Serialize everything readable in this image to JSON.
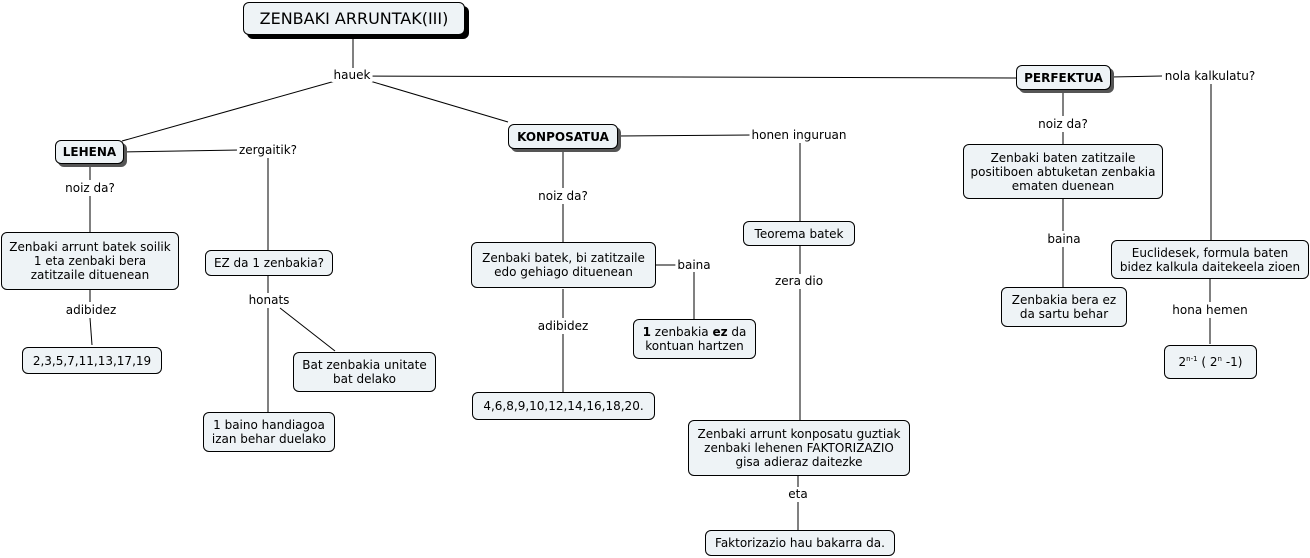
{
  "title": "ZENBAKI ARRUNTAK(III)",
  "links": {
    "hauek": "hauek",
    "zergaitik": "zergaitik?",
    "noiz_lehena": "noiz da?",
    "adibidez_lehena": "adibidez",
    "honats": "honats",
    "noiz_konp": "noiz da?",
    "baina_konp": "baina",
    "adibidez_konp": "adibidez",
    "honen_inguruan": "honen inguruan",
    "zera_dio": "zera dio",
    "eta": "eta",
    "noiz_perf": "noiz da?",
    "baina_perf": "baina",
    "nola_kalkulatu": "nola kalkulatu?",
    "hona_hemen": "hona hemen"
  },
  "nodes": {
    "lehena": "LEHENA",
    "konposatua": "KONPOSATUA",
    "perfektua": "PERFEKTUA",
    "lehena_def": "Zenbaki arrunt batek soilik 1 eta zenbaki bera zatitzaile dituenean",
    "lehena_examples": "2,3,5,7,11,13,17,19",
    "ez_1": "EZ da 1 zenbakia?",
    "unitate": "Bat zenbakia unitate bat delako",
    "handiagoa": "1 baino handiagoa izan behar duelako",
    "konp_def": "Zenbaki batek, bi zatitzaile edo gehiago dituenean",
    "konp_examples": "4,6,8,9,10,12,14,16,18,20.",
    "kontuan_1": "1",
    "kontuan_mid": " zenbakia ",
    "kontuan_ez": "ez",
    "kontuan_end": " da kontuan hartzen",
    "teorema": "Teorema batek",
    "faktorizazio_text": "Zenbaki arrunt konposatu guztiak zenbaki lehenen FAKTORIZAZIO gisa adieraz daitezke",
    "bakarra": "Faktorizazio hau bakarra da.",
    "perf_def": "Zenbaki baten zatitzaile positiboen abtuketan zenbakia ematen duenean",
    "sartu": "Zenbakia bera ez da sartu behar",
    "euclides": "Euclidesek, formula baten bidez kalkula daitekeela zioen",
    "formula_base": "2",
    "formula_exp1": "n-1",
    "formula_mid": "( 2",
    "formula_exp2": "n",
    "formula_end": "-1)"
  }
}
